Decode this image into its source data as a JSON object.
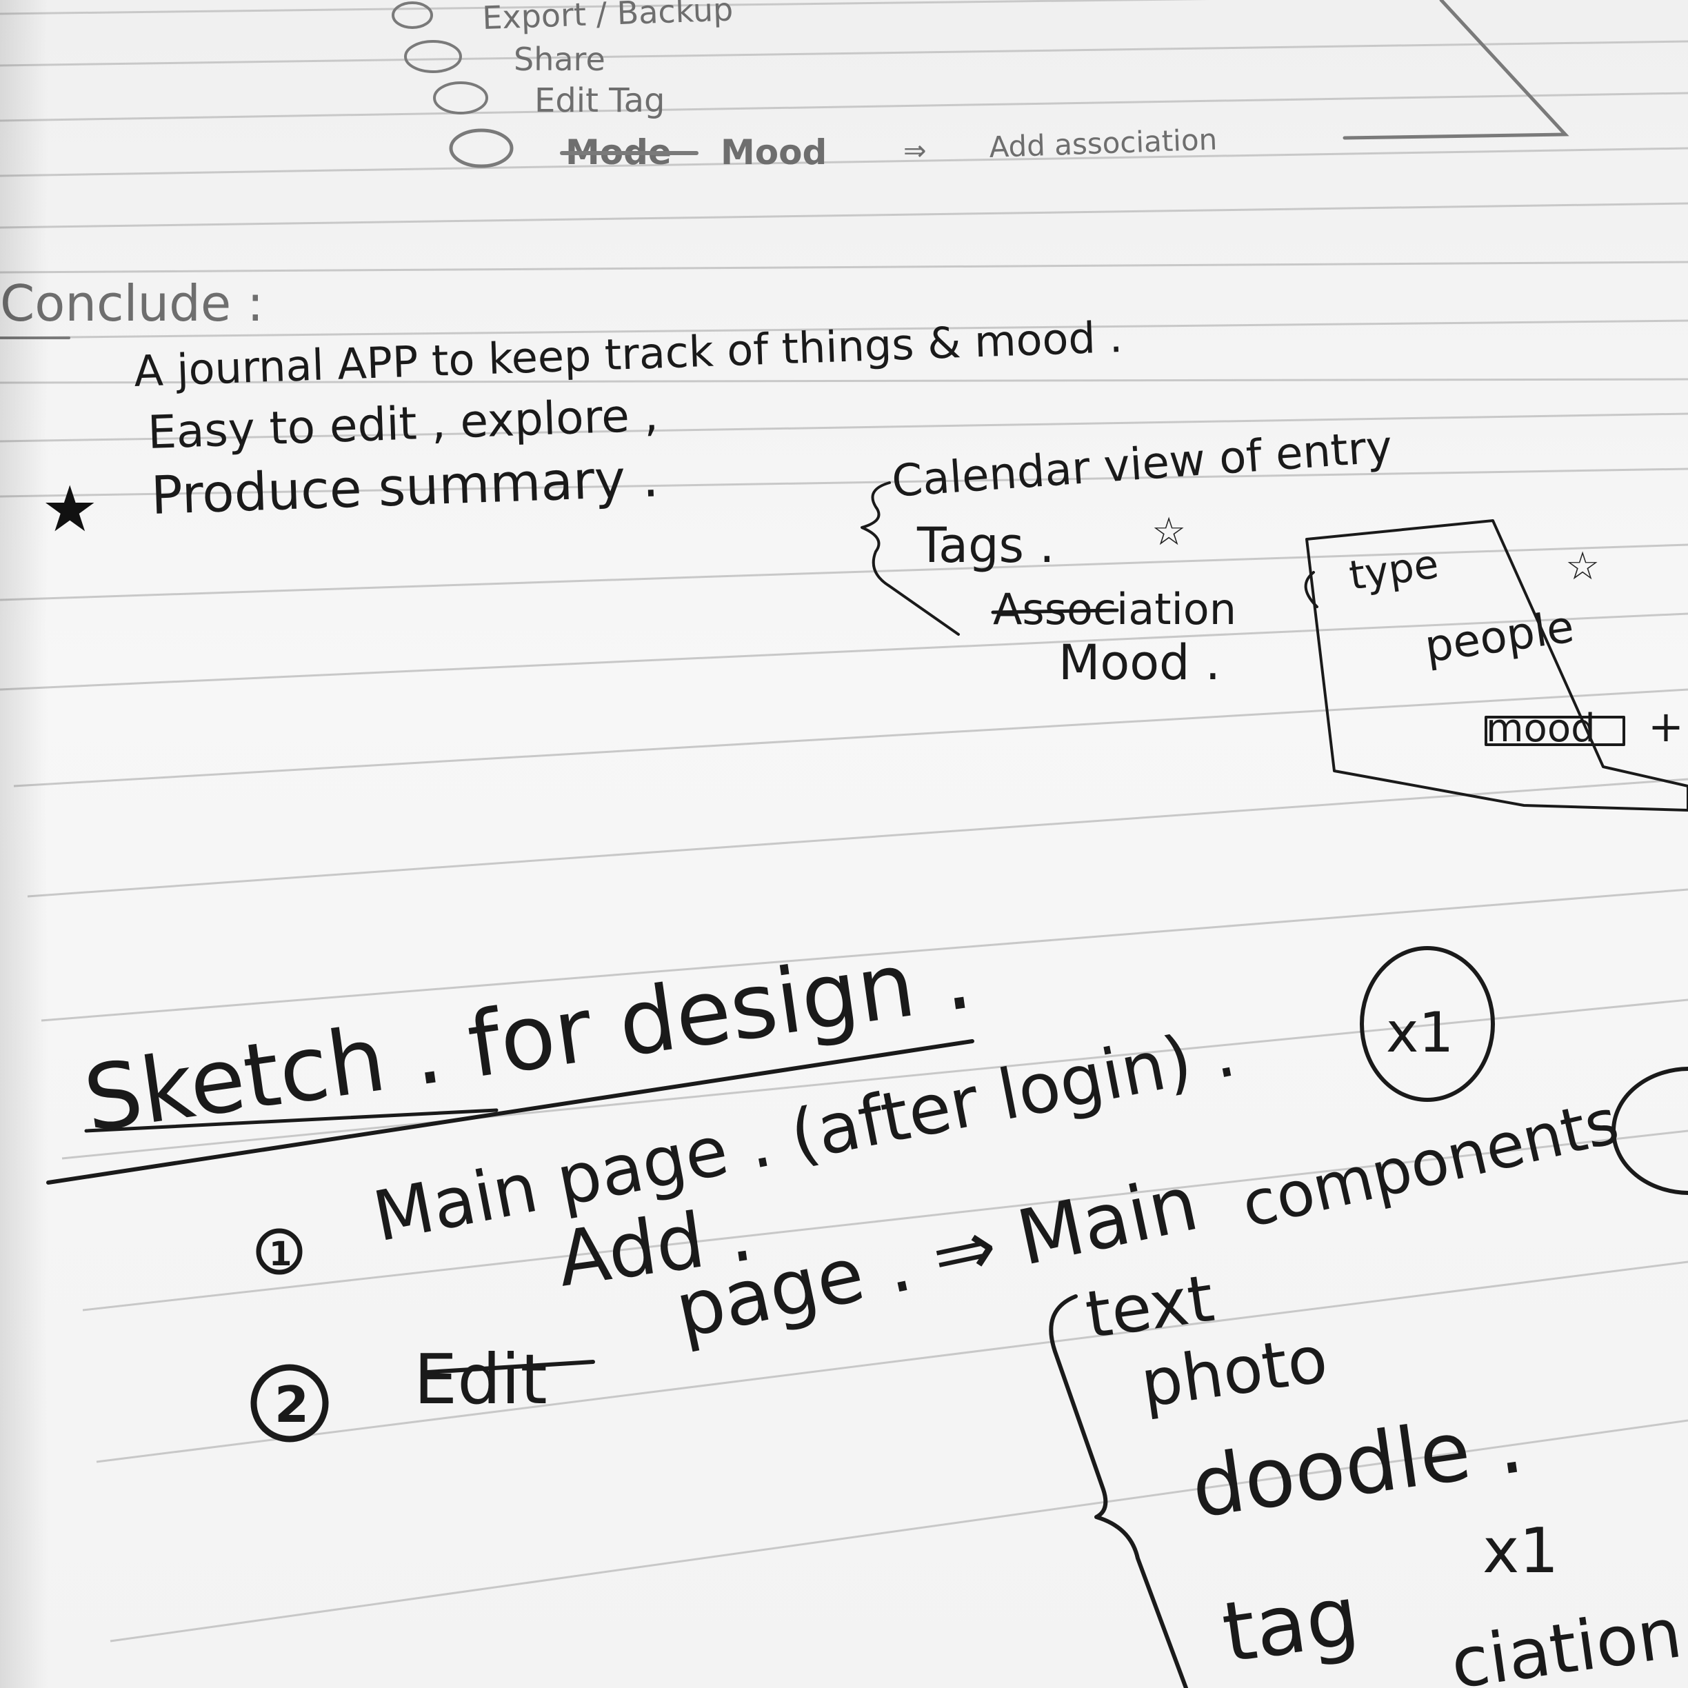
{
  "top_list": {
    "item_a": "Export / Backup",
    "item_b": "Share",
    "item_c": "Edit Tag",
    "item_d_struck": "Mode",
    "item_d": "Mood",
    "item_d_note": "Add association"
  },
  "conclude": {
    "heading": "Conclude :",
    "line1": "A journal APP to keep track of things & mood .",
    "line2": "Easy to edit , explore ,",
    "line3": "Produce summary .",
    "branches": {
      "calendar": "Calendar view of entry",
      "tags": "Tags .",
      "association_struck": "Association",
      "mood": "Mood .",
      "box": {
        "type": "type",
        "people": "people",
        "mood_struck": "mood"
      }
    }
  },
  "sketch": {
    "heading": "Sketch . for design .",
    "item1_num": "1",
    "item1": "Main page . (after login) .",
    "item1_badge": "x1",
    "item2_num": "2",
    "item2_struck": "Edit",
    "item2_insert": "Add .",
    "item2": "page . ⇒ Main",
    "item2_components": "components",
    "components": [
      "text",
      "photo",
      "doodle .",
      "tag"
    ],
    "tag_badge": "x1",
    "cut_off": "ciation"
  }
}
